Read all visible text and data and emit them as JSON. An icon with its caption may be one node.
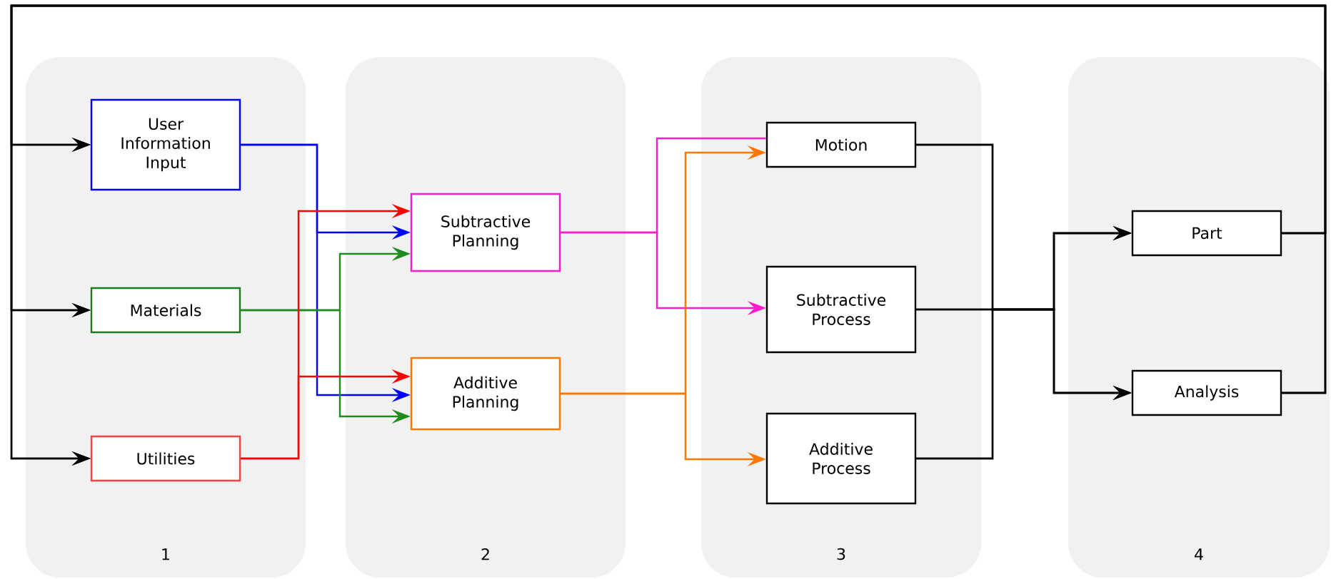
{
  "diagram": {
    "nodes": [
      {
        "text": [
          "1"
        ]
      },
      {
        "text": [
          "2"
        ]
      },
      {
        "text": [
          "3"
        ]
      },
      {
        "text": [
          "4"
        ]
      },
      {
        "text": [
          "User Information Input"
        ],
        "in": 0
      },
      {
        "text": [
          "Materials"
        ],
        "in": 0
      },
      {
        "text": [
          "Utilities"
        ],
        "in": 0
      },
      {
        "text": [
          "Subtractive Planning"
        ],
        "in": 1
      },
      {
        "text": [
          "Additive Planning"
        ],
        "in": 1
      },
      {
        "text": [
          "Motion"
        ],
        "in": 2
      },
      {
        "text": [
          "Subtractive Process"
        ],
        "in": 2
      },
      {
        "text": [
          "Additive Process"
        ],
        "in": 2
      },
      {
        "text": [
          "Part"
        ],
        "in": 3
      },
      {
        "text": [
          "Analysis"
        ],
        "in": 3
      }
    ],
    "edges": [
      {
        "from": 12,
        "to": 4,
        "arrow": "to"
      },
      {
        "from": 12,
        "to": 5,
        "arrow": "to"
      },
      {
        "from": 12,
        "to": 6,
        "arrow": "to"
      },
      {
        "from": 13,
        "to": 4,
        "arrow": "to"
      },
      {
        "from": 13,
        "to": 5,
        "arrow": "to"
      },
      {
        "from": 13,
        "to": 6,
        "arrow": "to"
      },
      {
        "from": 4,
        "to": 7,
        "arrow": "to",
        "color": "#0000ff"
      },
      {
        "from": 4,
        "to": 8,
        "arrow": "to",
        "color": "#0000ff"
      },
      {
        "from": 5,
        "to": 7,
        "arrow": "to",
        "color": "#1f8a1f"
      },
      {
        "from": 5,
        "to": 8,
        "arrow": "to",
        "color": "#1f8a1f"
      },
      {
        "from": 6,
        "to": 7,
        "arrow": "to",
        "color": "#ff0000"
      },
      {
        "from": 6,
        "to": 8,
        "arrow": "to",
        "color": "#ff0000"
      },
      {
        "from": 7,
        "to": 9,
        "arrow": "none",
        "color": "#ff1acc"
      },
      {
        "from": 7,
        "to": 10,
        "arrow": "to",
        "color": "#ff1acc"
      },
      {
        "from": 8,
        "to": 9,
        "arrow": "to",
        "color": "#ff7700"
      },
      {
        "from": 8,
        "to": 11,
        "arrow": "to",
        "color": "#ff7700"
      },
      {
        "from": 9,
        "to": 12,
        "arrow": "to"
      },
      {
        "from": 9,
        "to": 13,
        "arrow": "to"
      },
      {
        "from": 10,
        "to": 12,
        "arrow": "to"
      },
      {
        "from": 10,
        "to": 13,
        "arrow": "to"
      },
      {
        "from": 11,
        "to": 12,
        "arrow": "to"
      },
      {
        "from": 11,
        "to": 13,
        "arrow": "to"
      }
    ]
  }
}
